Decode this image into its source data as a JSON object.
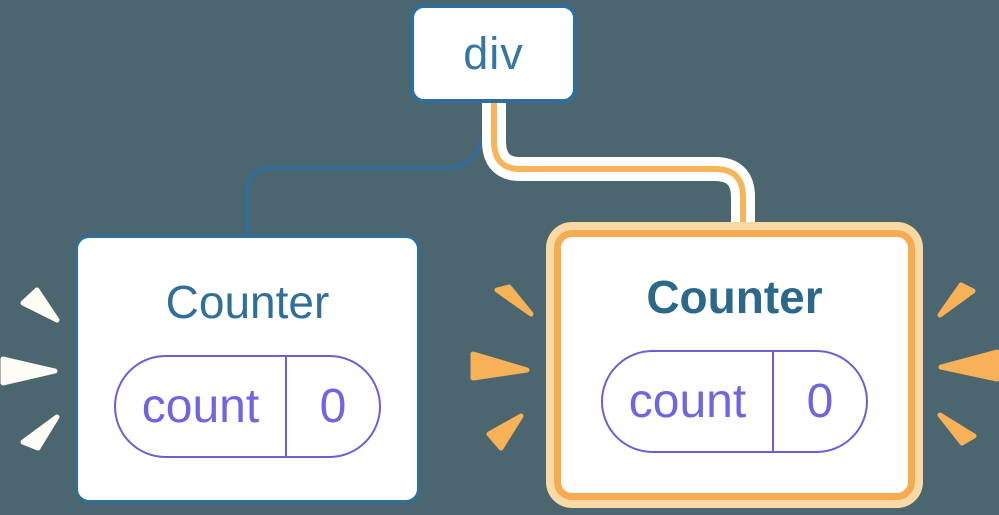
{
  "root_node": {
    "label": "div"
  },
  "counters": [
    {
      "label": "Counter",
      "state_key": "count",
      "state_value": "0",
      "highlighted": false
    },
    {
      "label": "Counter",
      "state_key": "count",
      "state_value": "0",
      "highlighted": true
    }
  ],
  "colors": {
    "background": "#4C6670",
    "node_border_blue": "#2E6F9C",
    "node_text_blue": "#3577A4",
    "title_blue": "#2F6F99",
    "title_blue_bold": "#2B6889",
    "pill_purple_border": "#6A60D6",
    "pill_purple_text": "#6F65E0",
    "connector_blue": "#2F6E9E",
    "connector_orange": "#F8B45A",
    "connector_casing_white": "#FFFFFF",
    "highlight_ring_orange": "#F5AC51",
    "highlight_halo_peach": "#FBD9A4",
    "spark_orange": "#F7B156",
    "spark_white": "#FFFCF5"
  }
}
